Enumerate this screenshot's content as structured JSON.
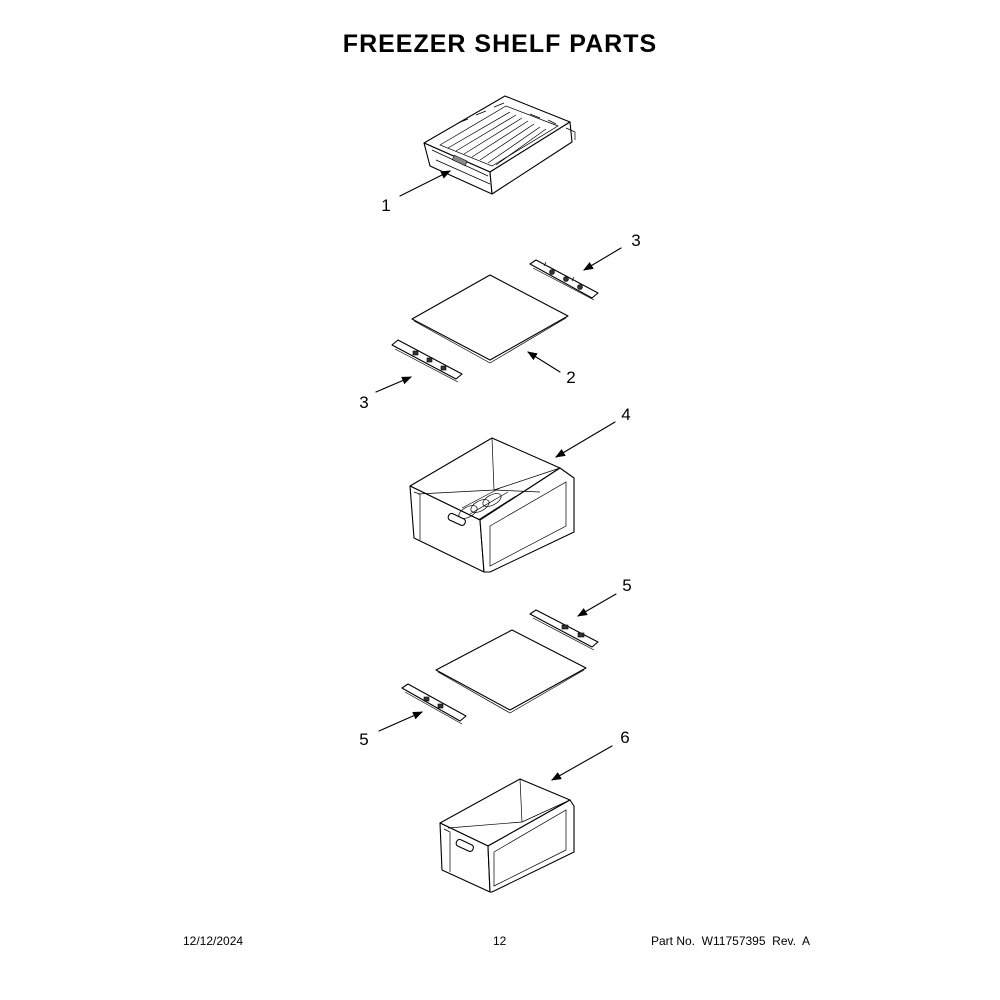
{
  "header": {
    "title": "FREEZER SHELF PARTS"
  },
  "callouts": [
    {
      "id": "c1",
      "label": "1"
    },
    {
      "id": "c2",
      "label": "2"
    },
    {
      "id": "c3a",
      "label": "3"
    },
    {
      "id": "c3b",
      "label": "3"
    },
    {
      "id": "c4",
      "label": "4"
    },
    {
      "id": "c5a",
      "label": "5"
    },
    {
      "id": "c5b",
      "label": "5"
    },
    {
      "id": "c6",
      "label": "6"
    }
  ],
  "footer": {
    "date": "12/12/2024",
    "page": "12",
    "part_no": "Part No.  W11757395  Rev.  A"
  }
}
